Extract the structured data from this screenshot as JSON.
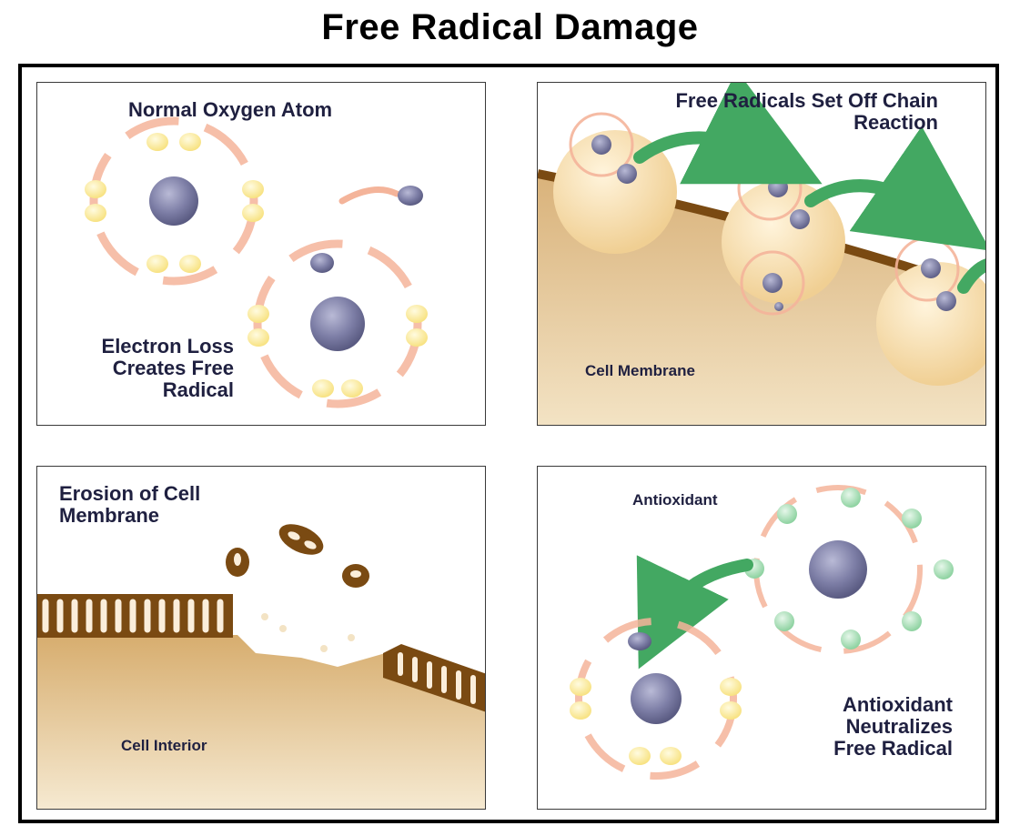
{
  "title": "Free Radical Damage",
  "panels": {
    "normal": {
      "heading": "Normal Oxygen Atom",
      "caption": [
        "Electron Loss",
        "Creates Free",
        "Radical"
      ]
    },
    "chain": {
      "heading": [
        "Free Radicals Set Off Chain",
        "Reaction"
      ],
      "membrane_label": "Cell Membrane"
    },
    "erosion": {
      "heading": [
        "Erosion of Cell",
        "Membrane"
      ],
      "interior_label": "Cell Interior"
    },
    "antioxidant": {
      "label": "Antioxidant",
      "caption": [
        "Antioxidant",
        "Neutralizes",
        "Free Radical"
      ]
    }
  },
  "colors": {
    "nucleus": "#7d7ea6",
    "electron": "#fbeaa0",
    "orbit": "#f4b49a",
    "antioxidant_electron": "#9fd9ae",
    "arrow": "#43a862",
    "membrane": "#7a4a12",
    "cell": "#f3d9a6"
  }
}
